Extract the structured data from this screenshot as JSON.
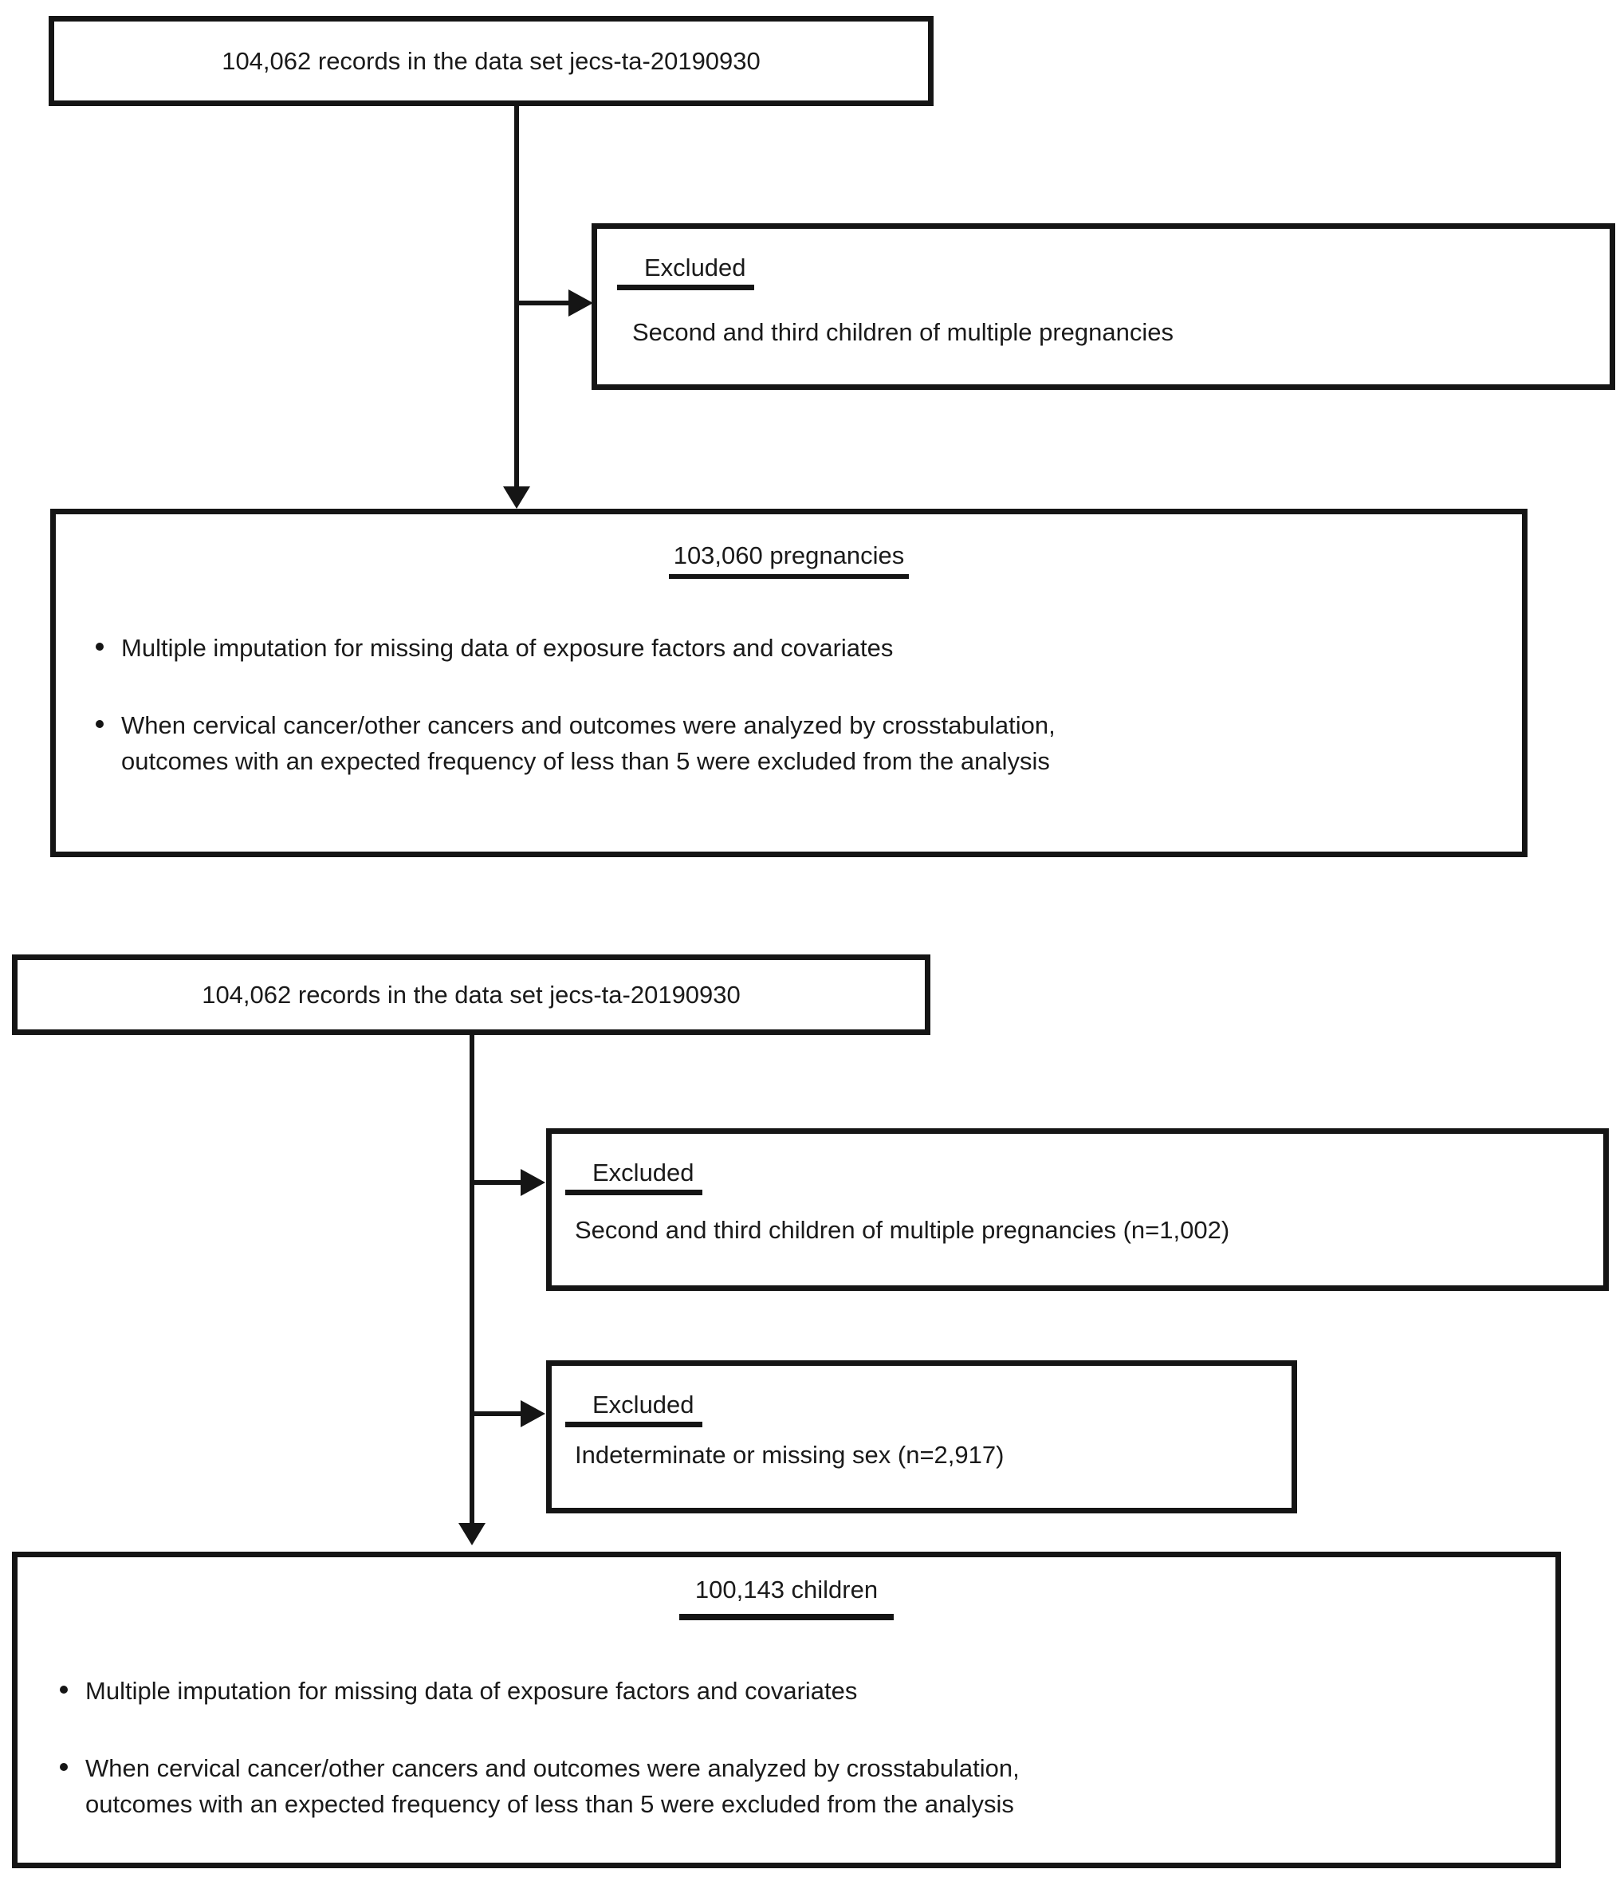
{
  "colors": {
    "line": "#151515",
    "background": "#ffffff",
    "text": "#1a1a1a"
  },
  "top_panel": {
    "source_box": {
      "label": "104,062 records in the data set jecs-ta-20190930"
    },
    "excluded_box": {
      "heading": "Excluded",
      "reason": "Second and third children of multiple pregnancies"
    },
    "result_box": {
      "title": "103,060 pregnancies",
      "bullets": [
        {
          "lines": [
            "Multiple imputation for missing data of exposure factors and covariates"
          ]
        },
        {
          "lines": [
            "When cervical cancer/other cancers and outcomes were analyzed by crosstabulation,",
            "outcomes with an expected frequency of less than 5 were excluded from the analysis"
          ]
        }
      ]
    }
  },
  "bottom_panel": {
    "source_box": {
      "label": "104,062 records in the data set jecs-ta-20190930"
    },
    "excluded_boxes": [
      {
        "heading": "Excluded",
        "reason": "Second and third children of multiple pregnancies (n=1,002)"
      },
      {
        "heading": "Excluded",
        "reason": "Indeterminate or missing sex (n=2,917)"
      }
    ],
    "result_box": {
      "title": "100,143 children",
      "bullets": [
        {
          "lines": [
            "Multiple imputation for missing data of exposure factors and covariates"
          ]
        },
        {
          "lines": [
            "When cervical cancer/other cancers and outcomes were analyzed by crosstabulation,",
            "outcomes with an expected frequency of less than 5 were excluded from the analysis"
          ]
        }
      ]
    }
  }
}
